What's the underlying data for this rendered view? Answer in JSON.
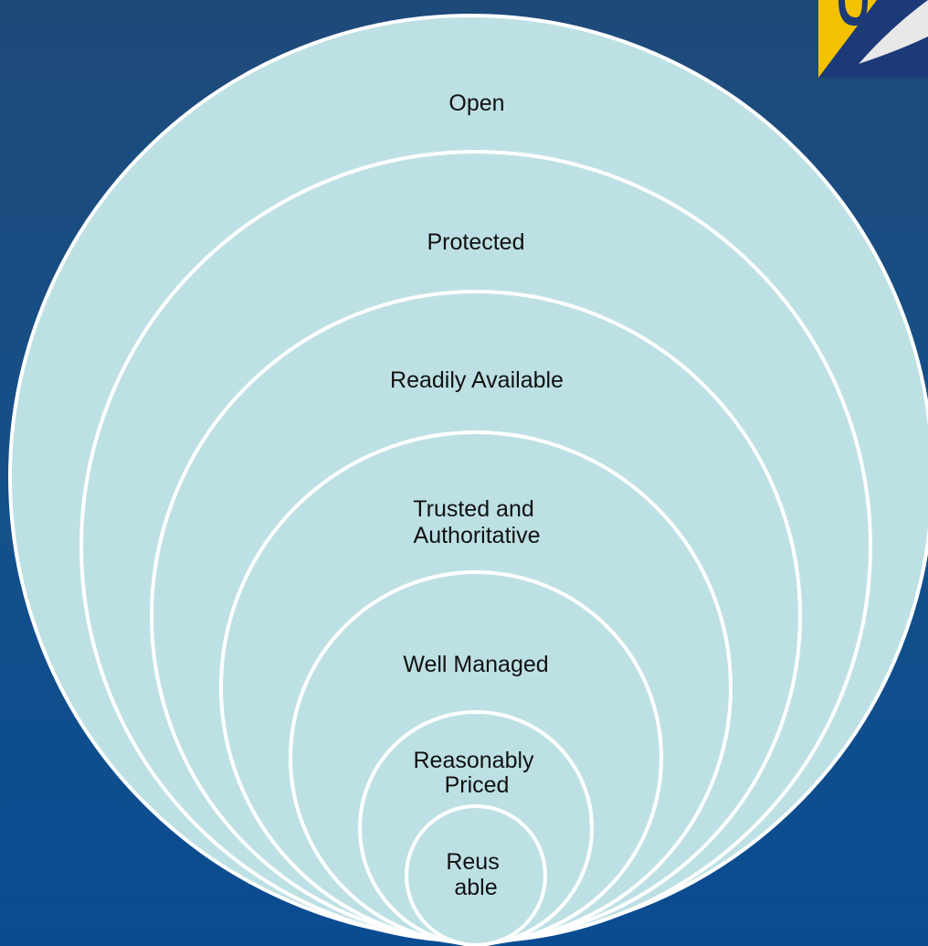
{
  "diagram": {
    "type": "nested-circles",
    "rings": [
      {
        "label": [
          "Open"
        ]
      },
      {
        "label": [
          "Protected"
        ]
      },
      {
        "label": [
          "Readily Available"
        ]
      },
      {
        "label": [
          "Trusted and",
          "Authoritative"
        ]
      },
      {
        "label": [
          "Well Managed"
        ]
      },
      {
        "label": [
          "Reasonably",
          "Priced"
        ]
      },
      {
        "label": [
          "Reus",
          "able"
        ]
      }
    ]
  },
  "colors": {
    "background_top": "#1e4a7a",
    "background_bottom": "#0a4c92",
    "circle_fill": "#bde0e4",
    "circle_stroke": "#ffffff",
    "text": "#111111",
    "corner_logo": "#f4c200"
  },
  "decorations": {
    "corner_icon": "page-curl-logo-icon"
  }
}
